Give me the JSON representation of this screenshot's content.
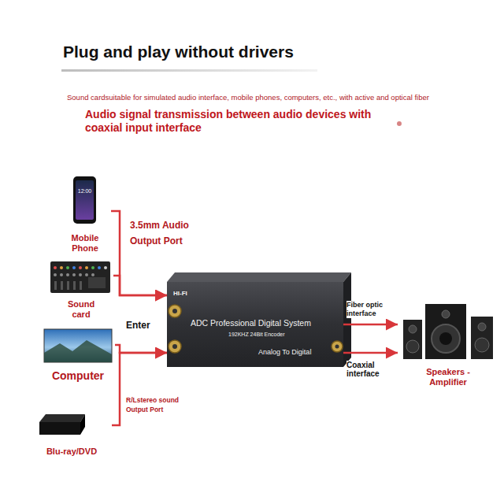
{
  "diagram": {
    "title": "Plug and play without drivers",
    "nodes": [
      {
        "text": [
          "Mobile Phone"
        ]
      },
      {
        "text": [
          "Sound card"
        ]
      },
      {
        "text": [
          "Computer"
        ]
      },
      {
        "text": [
          "Blu-ray/DVD"
        ]
      },
      {
        "text": [
          "HI-FI",
          "ADC Professional Digital System",
          "192KHZ 24Bit Encoder",
          "Analog To Digital"
        ]
      },
      {
        "text": [
          "Speakers - Amplifier"
        ]
      }
    ],
    "edges": [
      {
        "from": 0,
        "to": 4,
        "arrow": "to"
      },
      {
        "from": 1,
        "to": 4,
        "arrow": "to"
      },
      {
        "from": 2,
        "to": 4,
        "arrow": "to"
      },
      {
        "from": 3,
        "to": 4,
        "arrow": "to"
      },
      {
        "from": 4,
        "to": 5,
        "arrow": "to",
        "label": "Fiber optic interface"
      },
      {
        "from": 4,
        "to": 5,
        "arrow": "to",
        "label": "Coaxial interface"
      }
    ],
    "labels": [
      "Sound cardsuitable for simulated audio interface, mobile phones, computers, etc., with active and optical fiber",
      "Audio signal transmission between audio devices with coaxial input interface",
      "3.5mm Audio Output Port",
      "Enter",
      "R/Lstereo sound Output Port",
      "12:00"
    ]
  }
}
